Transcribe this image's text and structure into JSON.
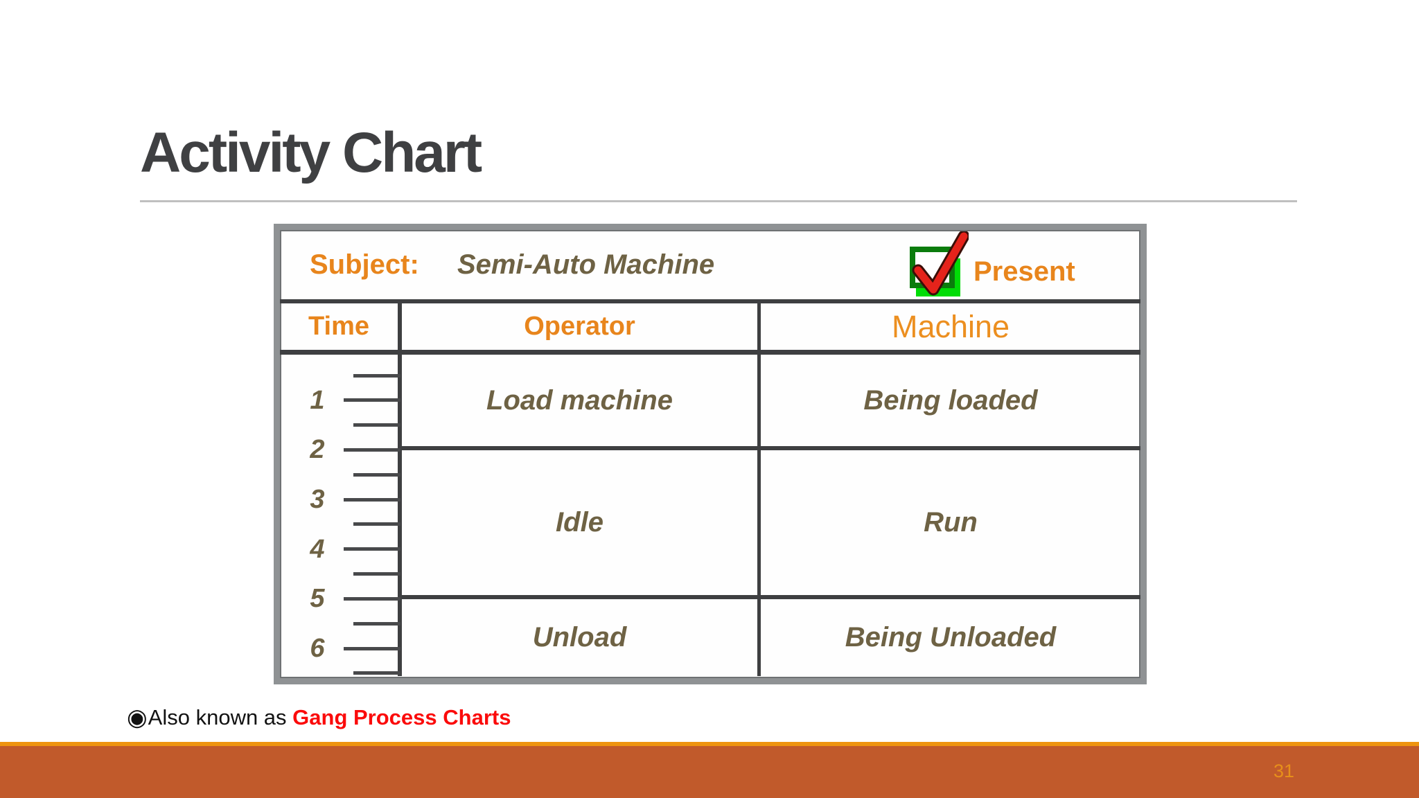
{
  "slide": {
    "title": "Activity Chart",
    "page_number": "31",
    "footnote": {
      "bullet": "◉",
      "prefix": "Also known as ",
      "highlight": "Gang Process Charts"
    }
  },
  "chart": {
    "type": "activity-chart",
    "subject_label": "Subject:",
    "subject_value": "Semi-Auto Machine",
    "present_label": "Present",
    "checkbox_icon": "checked-checkbox-icon",
    "checkbox_state": "checked",
    "columns": [
      "Time",
      "Operator",
      "Machine"
    ],
    "time_scale": {
      "labels": [
        "1",
        "2",
        "3",
        "4",
        "5",
        "6"
      ],
      "ticks": 13
    },
    "rows": [
      {
        "operator": "Load machine",
        "machine": "Being loaded"
      },
      {
        "operator": "Idle",
        "machine": "Run"
      },
      {
        "operator": "Unload",
        "machine": "Being Unloaded"
      }
    ]
  },
  "colors": {
    "accent_orange": "#e8851c",
    "olive_text": "#6e6244",
    "table_line": "#3e3f41",
    "frame_gray": "#8f9294",
    "title_gray": "#3f4042",
    "footnote_red": "#fb0b0b",
    "footer_accent": "#ee9410",
    "footer_bar": "#c15a2b",
    "page_number_orange": "#e78f1a",
    "check_green_bright": "#00dc06",
    "check_green_dark": "#0b7c0d",
    "check_red": "#e5231b"
  }
}
